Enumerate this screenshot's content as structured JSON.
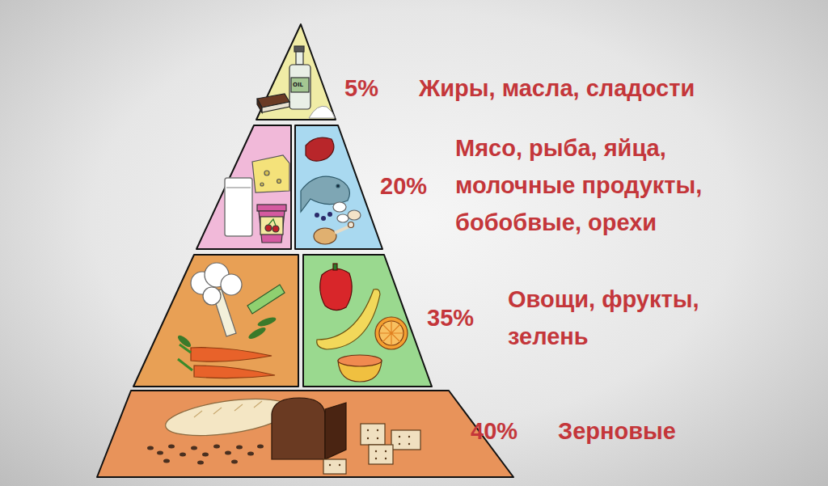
{
  "diagram": {
    "labels": [
      "5%",
      "Жиры, масла, сладости",
      "20%",
      "Мясо, рыба, яйца, молочные продукты, бобобвые, орехи",
      "35%",
      "Овощи, фрукты, зелень",
      "40%",
      "Зерновые",
      "OIL"
    ]
  }
}
